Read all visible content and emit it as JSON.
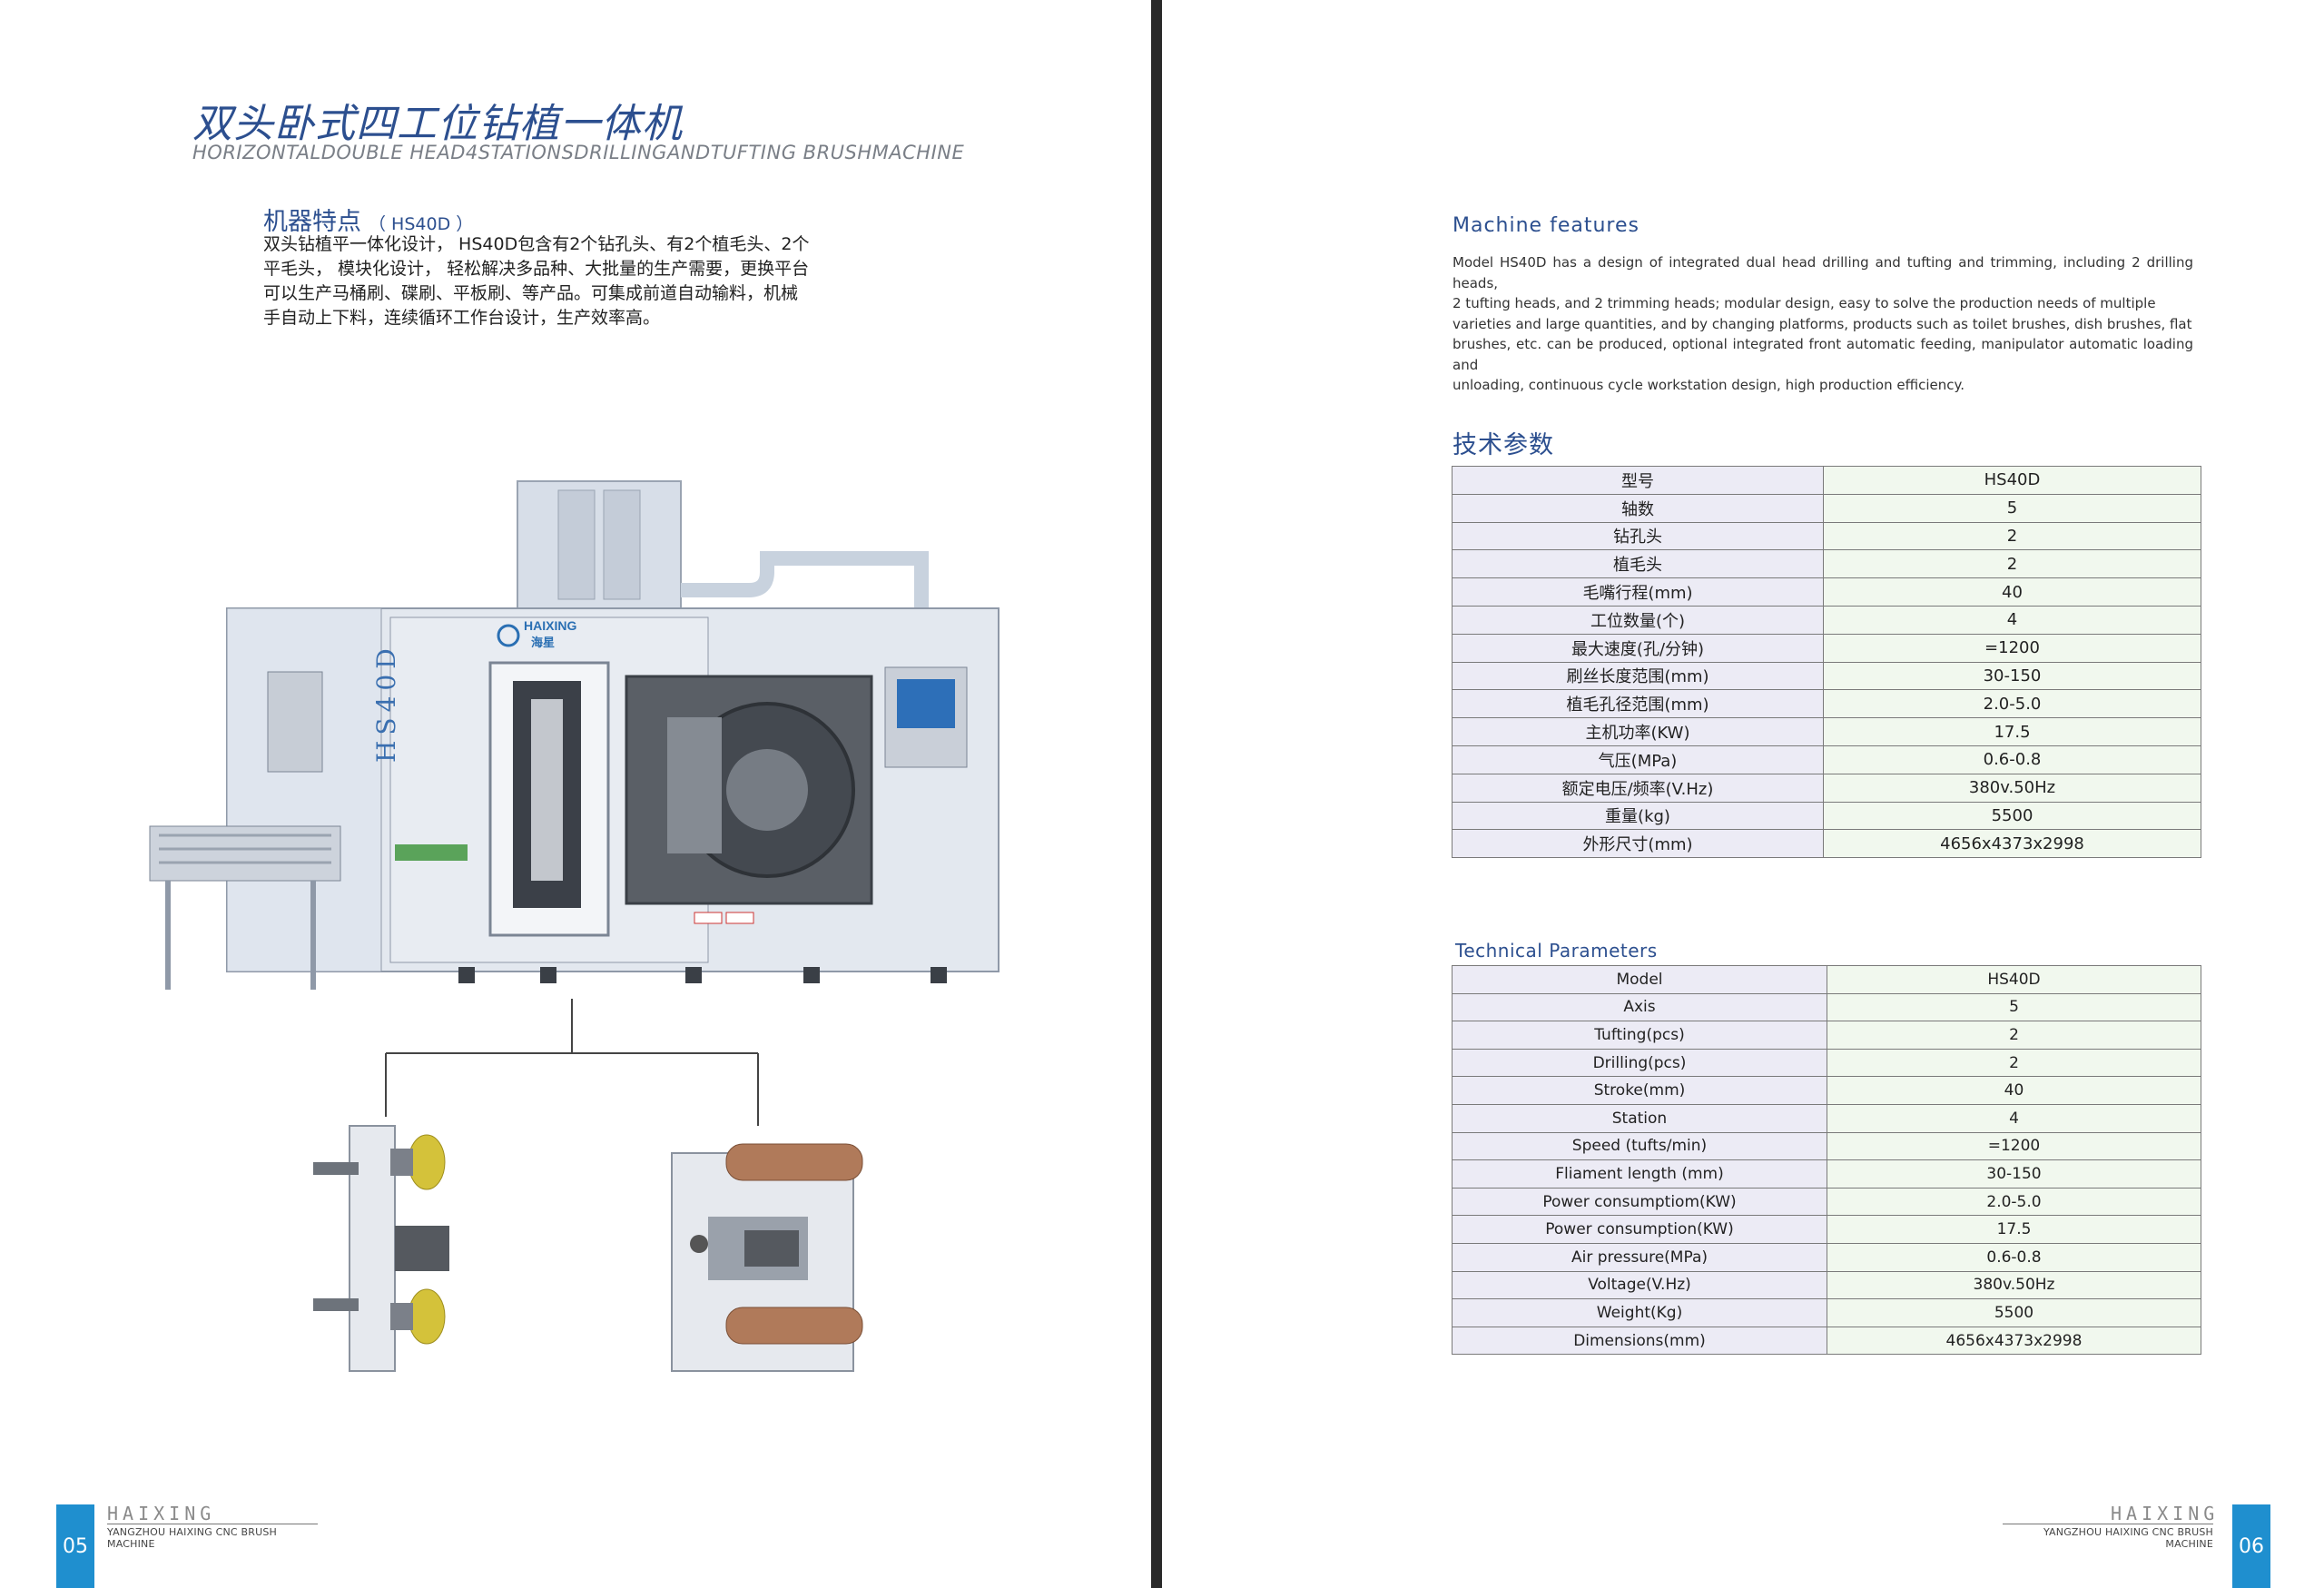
{
  "left": {
    "title_cn": "双头卧式四工位钻植一体机",
    "title_en": "HORIZONTALDOUBLE HEAD4STATIONSDRILLINGANDTUFTING BRUSHMACHINE",
    "features_title": "机器特点",
    "features_model": "（ HS40D ）",
    "features_lines": [
      "双头钻植平一体化设计，  HS40D包含有2个钻孔头、有2个植毛头、2个",
      "平毛头，  模块化设计，  轻松解决多品种、大批量的生产需要，更换平台",
      "可以生产马桶刷、碟刷、平板刷、等产品。可集成前道自动输料，机械",
      "手自动上下料，连续循环工作台设计，生产效率高。"
    ],
    "machine_brand": "HAIXING",
    "machine_brand_cn": "海星",
    "machine_model_label": "HS40D",
    "page_number": "05",
    "footer_brand": "HAIXING",
    "footer_sub": "YANGZHOU HAIXING CNC BRUSH MACHINE"
  },
  "right": {
    "features_title": "Machine  features",
    "features_lines": [
      "Model HS40D has a design of integrated dual head drilling and tufting and trimming, including 2 drilling heads,",
      "2 tufting heads, and 2 trimming heads; modular design, easy to solve the production needs of multiple",
      "varieties and large quantities, and by changing platforms, products such as toilet brushes, dish brushes, flat",
      "brushes, etc. can be produced, optional integrated front automatic feeding, manipulator automatic loading and",
      "unloading, continuous cycle workstation design, high production efficiency."
    ],
    "specs_cn_title": "技术参数",
    "specs_cn": [
      [
        "型号",
        "HS40D"
      ],
      [
        "轴数",
        "5"
      ],
      [
        "钻孔头",
        "2"
      ],
      [
        "植毛头",
        "2"
      ],
      [
        "毛嘴行程(mm)",
        "40"
      ],
      [
        "工位数量(个)",
        "4"
      ],
      [
        "最大速度(孔/分钟)",
        "=1200"
      ],
      [
        "刷丝长度范围(mm)",
        "30-150"
      ],
      [
        "植毛孔径范围(mm)",
        "2.0-5.0"
      ],
      [
        "主机功率(KW)",
        "17.5"
      ],
      [
        "气压(MPa)",
        "0.6-0.8"
      ],
      [
        "额定电压/频率(V.Hz)",
        "380v.50Hz"
      ],
      [
        "重量(kg)",
        "5500"
      ],
      [
        "外形尺寸(mm)",
        "4656x4373x2998"
      ]
    ],
    "specs_en_title": "Technical  Parameters",
    "specs_en": [
      [
        "Model",
        "HS40D"
      ],
      [
        "Axis",
        "5"
      ],
      [
        "Tufting(pcs)",
        "2"
      ],
      [
        "Drilling(pcs)",
        "2"
      ],
      [
        "Stroke(mm)",
        "40"
      ],
      [
        "Station",
        "4"
      ],
      [
        "Speed (tufts/min)",
        "=1200"
      ],
      [
        "Fliament length (mm)",
        "30-150"
      ],
      [
        "Power consumptiom(KW)",
        "2.0-5.0"
      ],
      [
        "Power consumption(KW)",
        "17.5"
      ],
      [
        "Air pressure(MPa)",
        "0.6-0.8"
      ],
      [
        "Voltage(V.Hz)",
        "380v.50Hz"
      ],
      [
        "Weight(Kg)",
        "5500"
      ],
      [
        "Dimensions(mm)",
        "4656x4373x2998"
      ]
    ],
    "page_number": "06",
    "footer_brand": "HAIXING",
    "footer_sub": "YANGZHOU HAIXING CNC BRUSH MACHINE"
  }
}
